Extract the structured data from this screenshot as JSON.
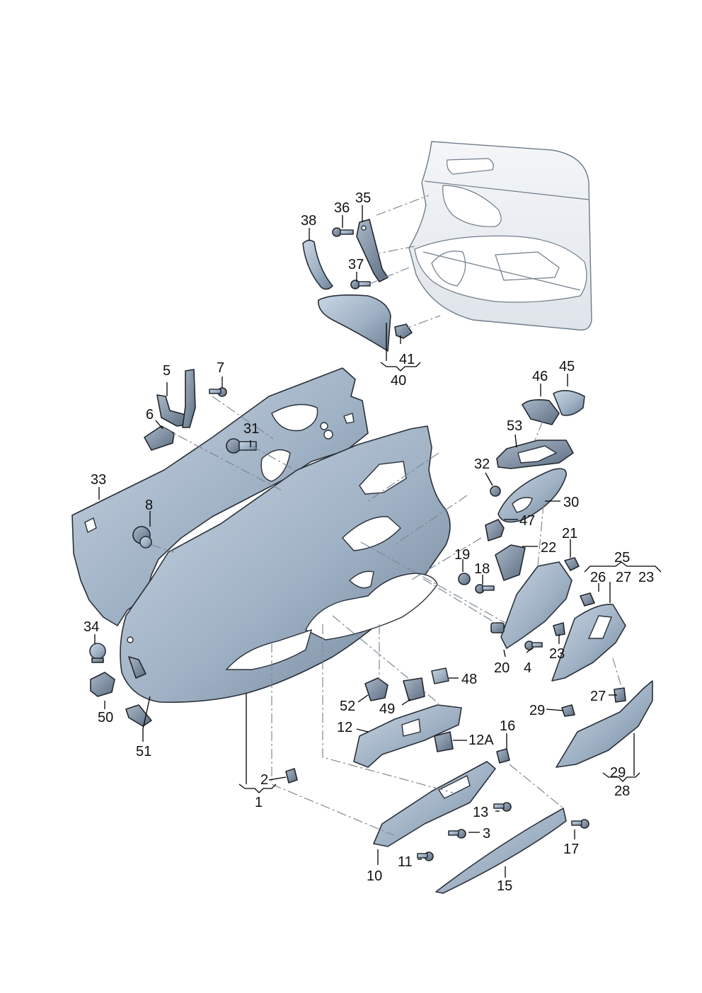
{
  "diagram": {
    "callouts": {
      "c1": "1",
      "c2": "2",
      "c3": "3",
      "c4": "4",
      "c5": "5",
      "c6": "6",
      "c7": "7",
      "c8": "8",
      "c10": "10",
      "c11": "11",
      "c12": "12",
      "c12A": "12A",
      "c13": "13",
      "c15": "15",
      "c16": "16",
      "c17": "17",
      "c18": "18",
      "c19": "19",
      "c20": "20",
      "c21": "21",
      "c22": "22",
      "c23a": "23",
      "c23b": "23",
      "c25": "25",
      "c26": "26",
      "c27a": "27",
      "c27b": "27",
      "c28": "28",
      "c29a": "29",
      "c29b": "29",
      "c30": "30",
      "c31": "31",
      "c32": "32",
      "c33": "33",
      "c34": "34",
      "c35": "35",
      "c36": "36",
      "c37": "37",
      "c38": "38",
      "c40": "40",
      "c41": "41",
      "c45": "45",
      "c46": "46",
      "c47": "47",
      "c48": "48",
      "c49": "49",
      "c50": "50",
      "c51": "51",
      "c52": "52",
      "c53": "53"
    }
  }
}
